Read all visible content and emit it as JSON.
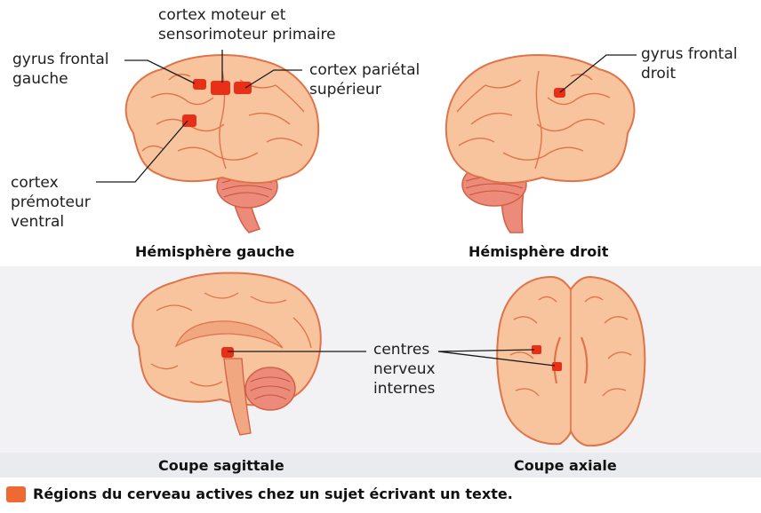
{
  "colors": {
    "brain_fill": "#f7c49e",
    "brain_stroke": "#e0734a",
    "cerebellum": "#ec8b7a",
    "active_region": "#e83018",
    "legend_swatch": "#ef6a32",
    "leader_line": "#1a1a1a"
  },
  "labels": {
    "gyrus_frontal_gauche": [
      "gyrus frontal",
      "gauche"
    ],
    "cortex_moteur": [
      "cortex moteur et",
      "sensorimoteur primaire"
    ],
    "cortex_parietal": [
      "cortex pariétal",
      "supérieur"
    ],
    "cortex_premoteur": [
      "cortex",
      "prémoteur",
      "ventral"
    ],
    "gyrus_frontal_droit": [
      "gyrus frontal",
      "droit"
    ],
    "centres_nerveux": [
      "centres",
      "nerveux",
      "internes"
    ]
  },
  "captions": {
    "hemisphere_gauche": "Hémisphère gauche",
    "hemisphere_droit": "Hémisphère droit",
    "coupe_sagittale": "Coupe sagittale",
    "coupe_axiale": "Coupe axiale"
  },
  "legend": {
    "text": "Régions du cerveau actives chez un sujet écrivant un texte."
  },
  "icons": {
    "legend_swatch": "orange-square-icon"
  }
}
